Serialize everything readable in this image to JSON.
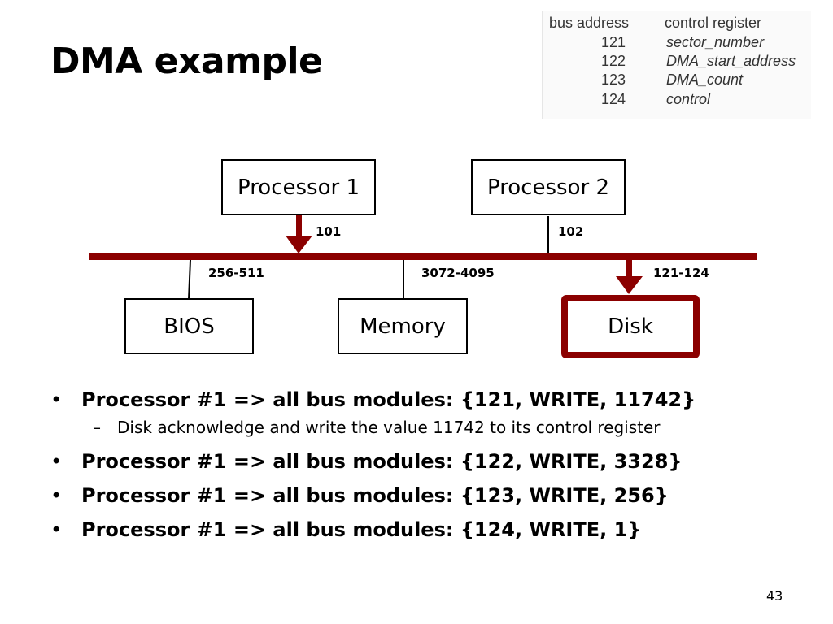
{
  "slide": {
    "title": "DMA example",
    "page_number": "43"
  },
  "register_table": {
    "header_address": "bus address",
    "header_register": "control register",
    "rows": [
      {
        "address": "121",
        "name": "sector_number"
      },
      {
        "address": "122",
        "name": "DMA_start_address"
      },
      {
        "address": "123",
        "name": "DMA_count"
      },
      {
        "address": "124",
        "name": "control"
      }
    ]
  },
  "diagram": {
    "processor1": "Processor 1",
    "processor2": "Processor 2",
    "bios": "BIOS",
    "memory": "Memory",
    "disk": "Disk",
    "addr_p1": "101",
    "addr_p2": "102",
    "addr_bios": "256-511",
    "addr_memory": "3072-4095",
    "addr_disk": "121-124",
    "colors": {
      "bus": "#8b0000",
      "line": "#000000"
    }
  },
  "bullets": [
    {
      "text": "Processor #1 => all bus modules: {121, WRITE, 11742}",
      "sub": "Disk acknowledge and write the value 11742 to its control register"
    },
    {
      "text": "Processor #1 => all bus modules: {122, WRITE, 3328}"
    },
    {
      "text": "Processor #1 => all bus modules: {123, WRITE, 256}"
    },
    {
      "text": "Processor #1 => all bus modules: {124, WRITE, 1}"
    }
  ]
}
